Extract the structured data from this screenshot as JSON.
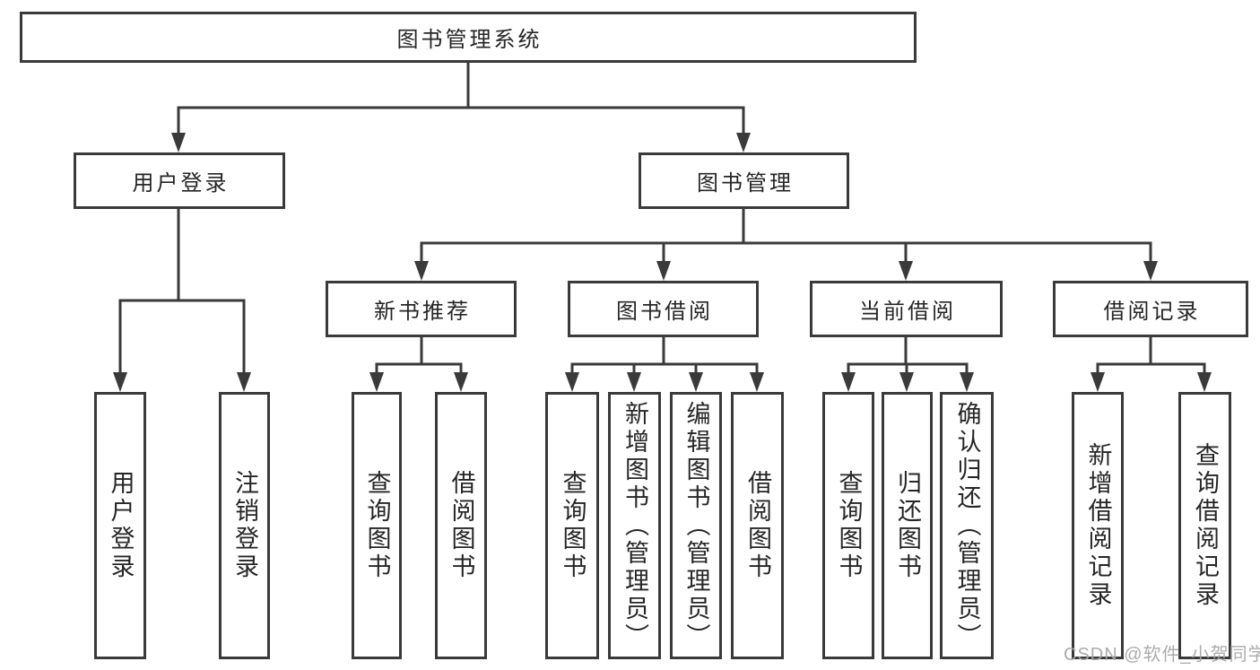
{
  "diagram": {
    "watermark": "CSDN @软件_小贺同学",
    "colors": {
      "line": "#3a3a3a",
      "text": "#262626",
      "watermark": "#a8a8a8",
      "background": "#ffffff"
    },
    "nodes": {
      "root": {
        "label": "图书管理系统"
      },
      "user_login": {
        "label": "用户登录"
      },
      "book_mgmt": {
        "label": "图书管理"
      },
      "new_book_rec": {
        "label": "新书推荐"
      },
      "book_borrow": {
        "label": "图书借阅"
      },
      "current_borrow": {
        "label": "当前借阅"
      },
      "borrow_records": {
        "label": "借阅记录"
      },
      "leaf_user_login": {
        "label": "用户登录"
      },
      "leaf_logout": {
        "label": "注销登录"
      },
      "leaf_query_books_1": {
        "label": "查询图书"
      },
      "leaf_borrow_books_1": {
        "label": "借阅图书"
      },
      "leaf_query_books_2": {
        "label": "查询图书"
      },
      "leaf_add_books": {
        "label": "新增图书（管理员）"
      },
      "leaf_edit_books": {
        "label": "编辑图书（管理员）"
      },
      "leaf_borrow_books_2": {
        "label": "借阅图书"
      },
      "leaf_query_books_3": {
        "label": "查询图书"
      },
      "leaf_return_books": {
        "label": "归还图书"
      },
      "leaf_confirm_return": {
        "label": "确认归还（管理员）"
      },
      "leaf_add_borrow_record": {
        "label": "新增借阅记录"
      },
      "leaf_query_borrow_record": {
        "label": "查询借阅记录"
      }
    }
  }
}
